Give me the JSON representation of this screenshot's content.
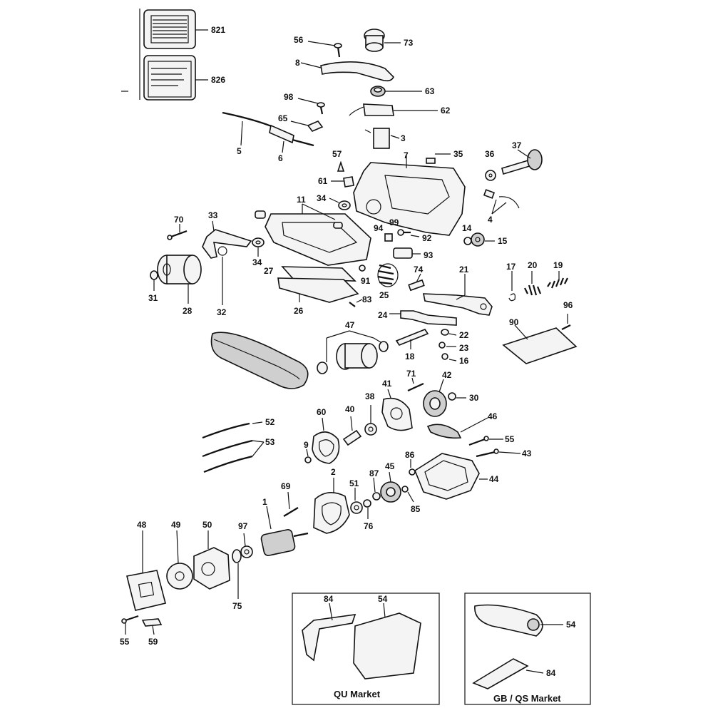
{
  "part_labels": {
    "p821": "821",
    "p826": "826",
    "p56": "56",
    "p73": "73",
    "p8": "8",
    "p63": "63",
    "p98": "98",
    "p62": "62",
    "p65": "65",
    "p3": "3",
    "p5": "5",
    "p6": "6",
    "p57": "57",
    "p7": "7",
    "p35": "35",
    "p36": "36",
    "p37": "37",
    "p61": "61",
    "p34a": "34",
    "p11": "11",
    "p4": "4",
    "p70": "70",
    "p33": "33",
    "p94": "94",
    "p99": "99",
    "p92": "92",
    "p14": "14",
    "p15": "15",
    "p34b": "34",
    "p93": "93",
    "p27": "27",
    "p91": "91",
    "p74": "74",
    "p17": "17",
    "p20": "20",
    "p19": "19",
    "p21": "21",
    "p31": "31",
    "p28": "28",
    "p32": "32",
    "p26": "26",
    "p25": "25",
    "p83": "83",
    "p24": "24",
    "p96": "96",
    "p22": "22",
    "p90": "90",
    "p47": "47",
    "p23": "23",
    "p18": "18",
    "p16": "16",
    "p71": "71",
    "p42": "42",
    "p41": "41",
    "p38": "38",
    "p30": "30",
    "p60": "60",
    "p40": "40",
    "p46": "46",
    "p52": "52",
    "p55a": "55",
    "p53": "53",
    "p9": "9",
    "p86": "86",
    "p43": "43",
    "p87": "87",
    "p45": "45",
    "p2": "2",
    "p44": "44",
    "p69": "69",
    "p51": "51",
    "p1": "1",
    "p76": "76",
    "p85": "85",
    "p48": "48",
    "p49": "49",
    "p50": "50",
    "p97": "97",
    "p75": "75",
    "p55b": "55",
    "p59": "59",
    "p84a": "84",
    "p54a": "54",
    "p54b": "54",
    "p84b": "84"
  },
  "markets": {
    "qu": "QU Market",
    "gb_qs": "GB / QS Market"
  }
}
